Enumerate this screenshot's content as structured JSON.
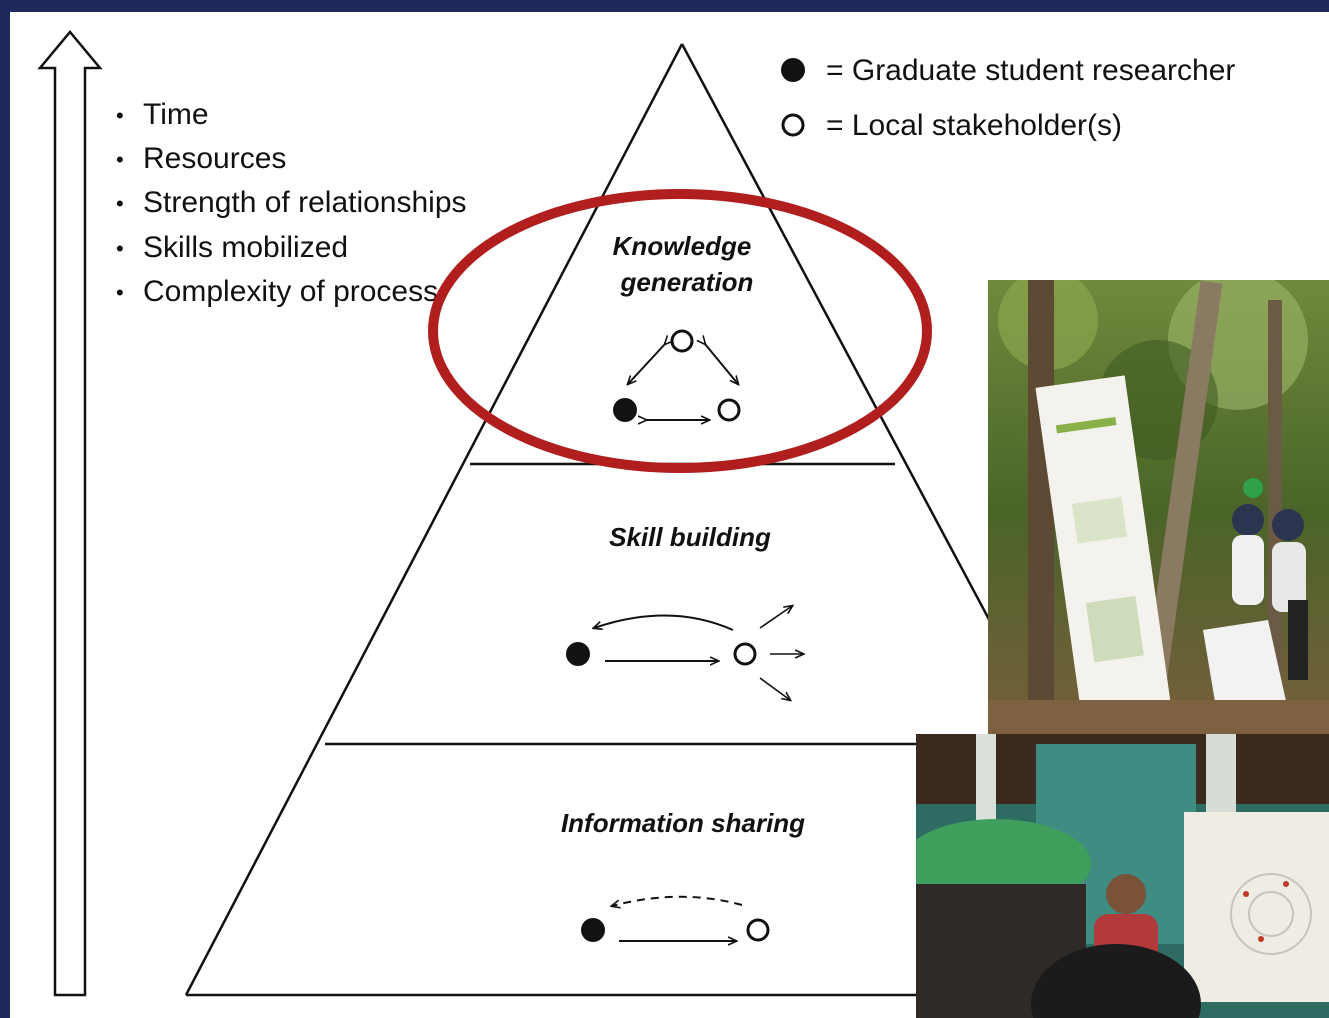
{
  "factors": {
    "bullet": "•",
    "items": [
      "Time",
      "Resources",
      "Strength of relationships",
      "Skills mobilized",
      "Complexity of process"
    ]
  },
  "legend": {
    "filled_label": "= Graduate student researcher",
    "open_label": "= Local stakeholder(s)"
  },
  "tiers": {
    "top_line1": "Knowledge",
    "top_line2": "generation",
    "middle": "Skill building",
    "bottom": "Information sharing"
  },
  "colors": {
    "frame": "#1f2a5c",
    "highlight_ring": "#b01e1e",
    "line": "#111111"
  },
  "photos": [
    {
      "name": "forest-workshop-photo",
      "description_icon": "forest-photo-icon"
    },
    {
      "name": "indoor-meeting-photo",
      "description_icon": "meeting-photo-icon"
    }
  ]
}
